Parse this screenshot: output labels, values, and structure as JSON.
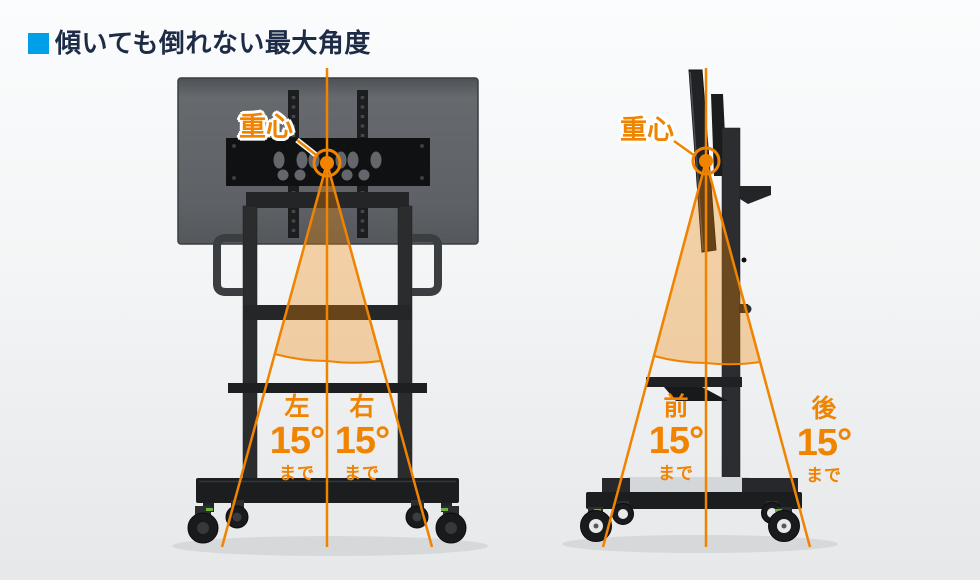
{
  "header": {
    "title": "傾いても倒れない最大角度"
  },
  "colors": {
    "accent_blue": "#00a0e9",
    "title_navy": "#1d2b47",
    "annotation_orange": "#f08300",
    "fan_fill": "rgba(240,131,0,0.33)"
  },
  "figures": {
    "front": {
      "view": "front-view",
      "center_of_gravity": "重心",
      "left_label": {
        "direction": "左",
        "angle": "15°",
        "limit": "まで"
      },
      "right_label": {
        "direction": "右",
        "angle": "15°",
        "limit": "まで"
      }
    },
    "side": {
      "view": "side-view",
      "center_of_gravity": "重心",
      "front_label": {
        "direction": "前",
        "angle": "15°",
        "limit": "まで"
      },
      "back_label": {
        "direction": "後",
        "angle": "15°",
        "limit": "まで"
      }
    }
  }
}
